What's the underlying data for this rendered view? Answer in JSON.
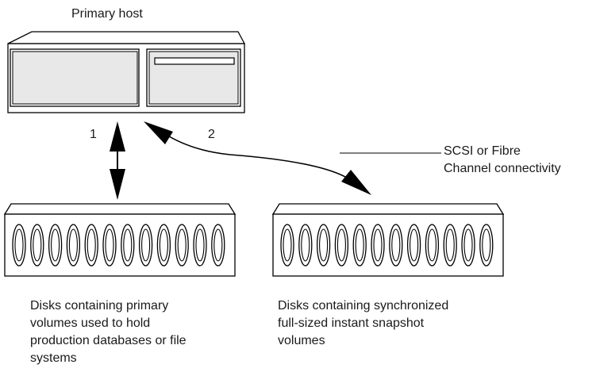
{
  "diagram": {
    "host_label": "Primary host",
    "link1_label": "1",
    "link2_label": "2",
    "connectivity_label": [
      "SCSI or Fibre",
      "Channel connectivity"
    ],
    "primary_disks_caption": [
      "Disks containing primary",
      "volumes used to hold",
      "production databases or file",
      "systems"
    ],
    "snapshot_disks_caption": [
      "Disks containing synchronized",
      "full-sized instant snapshot",
      "volumes"
    ]
  },
  "colors": {
    "stroke": "#000000",
    "fill": "#ffffff"
  }
}
